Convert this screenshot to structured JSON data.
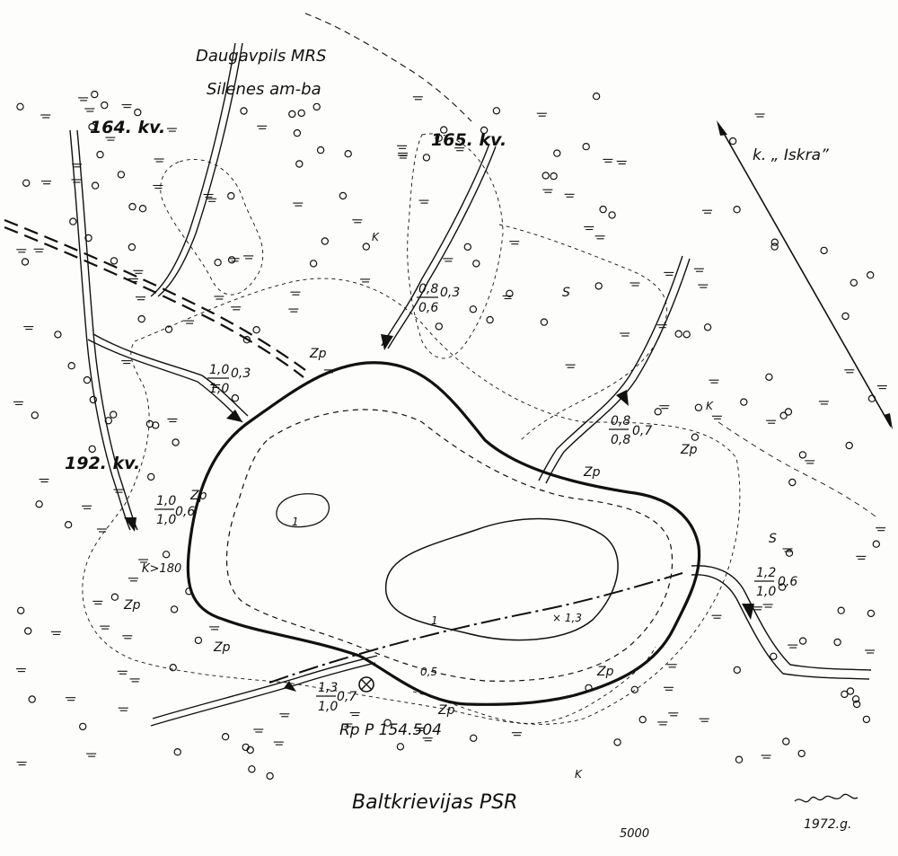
{
  "labels": {
    "forestry_org": "Daugavpils MRS",
    "forestry_district": "Silenes am-ba",
    "quarter_164": "164. kv.",
    "quarter_165": "165. kv.",
    "quarter_192": "192. kv.",
    "collective_farm": "k. „ Iskra”",
    "country_border": "Baltkrievijas PSR",
    "benchmark": "Rp P 154.504",
    "scale": "5000",
    "date": "1972.g.",
    "signature": "signature"
  },
  "depth_labels": {
    "d1": {
      "num": "0,8",
      "den": "0,6",
      "side": "0,3"
    },
    "d2": {
      "num": "1,0",
      "den": "1,0",
      "side": "0,3"
    },
    "d3": {
      "num": "0,8",
      "den": "0,8",
      "side": "0,7"
    },
    "d4": {
      "num": "1,0",
      "den": "1,0",
      "side": "0,6"
    },
    "d5": {
      "num": "1,2",
      "den": "1,0",
      "side": "0,6"
    },
    "d6": {
      "num": "1,3",
      "den": "1,0",
      "side": "0,7"
    }
  },
  "zone_marks": {
    "zp": "Zp",
    "s": "S",
    "k": "K",
    "k_gt": "K>180",
    "spot_depth": "× 1,3",
    "contour_1a": "1",
    "contour_1b": "1",
    "contour_05": "0,5"
  }
}
